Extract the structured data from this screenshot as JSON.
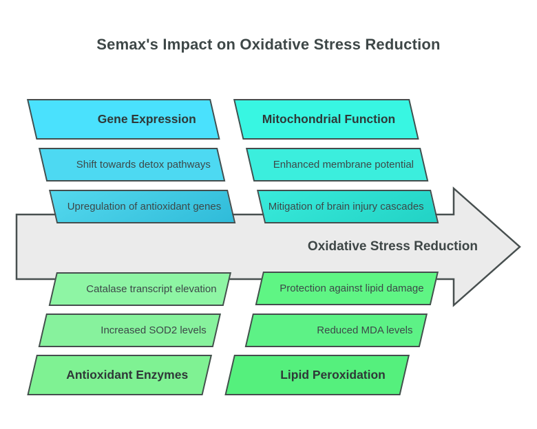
{
  "title": "Semax's Impact on Oxidative Stress Reduction",
  "arrow": {
    "label": "Oxidative Stress Reduction",
    "fill": "#ebebeb",
    "border": "#474f4f"
  },
  "groups": [
    {
      "name": "Gene Expression",
      "position": "top-left",
      "header": {
        "label": "Gene Expression",
        "color": "#4ae1fd"
      },
      "items": [
        {
          "label": "Shift towards detox pathways",
          "color": "#4dd9f2"
        },
        {
          "label": "Upregulation of antioxidant genes",
          "color": [
            "#55d9ee",
            "#2fbbd9"
          ]
        }
      ]
    },
    {
      "name": "Mitochondrial Function",
      "position": "top-right",
      "header": {
        "label": "Mitochondrial Function",
        "color": "#38f6e2"
      },
      "items": [
        {
          "label": "Enhanced membrane potential",
          "color": "#3beedd"
        },
        {
          "label": "Mitigation of brain injury cascades",
          "color": [
            "#39ebdb",
            "#22d2c5"
          ]
        }
      ]
    },
    {
      "name": "Antioxidant Enzymes",
      "position": "bottom-left",
      "header": {
        "label": "Antioxidant Enzymes",
        "color": "#7ff293"
      },
      "items": [
        {
          "label": "Catalase transcript elevation",
          "color": "#8ef5a4"
        },
        {
          "label": "Increased SOD2 levels",
          "color": "#87f29d"
        }
      ]
    },
    {
      "name": "Lipid Peroxidation",
      "position": "bottom-right",
      "header": {
        "label": "Lipid Peroxidation",
        "color": "#55f07d"
      },
      "items": [
        {
          "label": "Protection against lipid damage",
          "color": "#5ff584"
        },
        {
          "label": "Reduced MDA levels",
          "color": "#5df286"
        }
      ]
    }
  ]
}
